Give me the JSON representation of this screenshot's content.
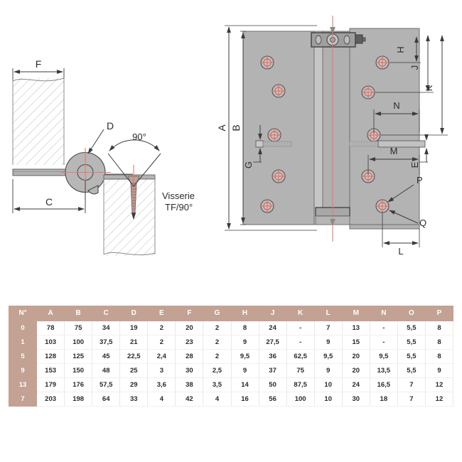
{
  "left_drawing": {
    "title": "section-detail",
    "labels": {
      "f": "F",
      "c": "C",
      "d": "D",
      "angle": "90°",
      "screw_note_line1": "Visserie",
      "screw_note_line2": "TF/90°"
    }
  },
  "right_drawing": {
    "title": "hinge-elevation",
    "labels": {
      "a": "A",
      "b": "B",
      "g": "G",
      "h": "H",
      "j": "J",
      "k": "K",
      "n": "N",
      "e": "E",
      "m": "M",
      "p": "P",
      "q": "Q",
      "l": "L"
    }
  },
  "colors": {
    "table_header_bg": "#c3a193",
    "plate_fill": "#b3b3b3",
    "centerline": "#e8776a",
    "hole_accent": "#e0675c",
    "line": "#3b3b3b"
  },
  "spec_table": {
    "columns": [
      "N°",
      "A",
      "B",
      "C",
      "D",
      "E",
      "F",
      "G",
      "H",
      "J",
      "K",
      "L",
      "M",
      "N",
      "O",
      "P"
    ],
    "rows": [
      {
        "no": "0",
        "values": [
          "78",
          "75",
          "34",
          "19",
          "2",
          "20",
          "2",
          "8",
          "24",
          "-",
          "7",
          "13",
          "-",
          "5,5",
          "8"
        ]
      },
      {
        "no": "1",
        "values": [
          "103",
          "100",
          "37,5",
          "21",
          "2",
          "23",
          "2",
          "9",
          "27,5",
          "-",
          "9",
          "15",
          "-",
          "5,5",
          "8"
        ]
      },
      {
        "no": "5",
        "values": [
          "128",
          "125",
          "45",
          "22,5",
          "2,4",
          "28",
          "2",
          "9,5",
          "36",
          "62,5",
          "9,5",
          "20",
          "9,5",
          "5,5",
          "8"
        ]
      },
      {
        "no": "9",
        "values": [
          "153",
          "150",
          "48",
          "25",
          "3",
          "30",
          "2,5",
          "9",
          "37",
          "75",
          "9",
          "20",
          "13,5",
          "5,5",
          "9"
        ]
      },
      {
        "no": "13",
        "values": [
          "179",
          "176",
          "57,5",
          "29",
          "3,6",
          "38",
          "3,5",
          "14",
          "50",
          "87,5",
          "10",
          "24",
          "16,5",
          "7",
          "12"
        ]
      },
      {
        "no": "7",
        "values": [
          "203",
          "198",
          "64",
          "33",
          "4",
          "42",
          "4",
          "16",
          "56",
          "100",
          "10",
          "30",
          "18",
          "7",
          "12"
        ]
      }
    ]
  }
}
